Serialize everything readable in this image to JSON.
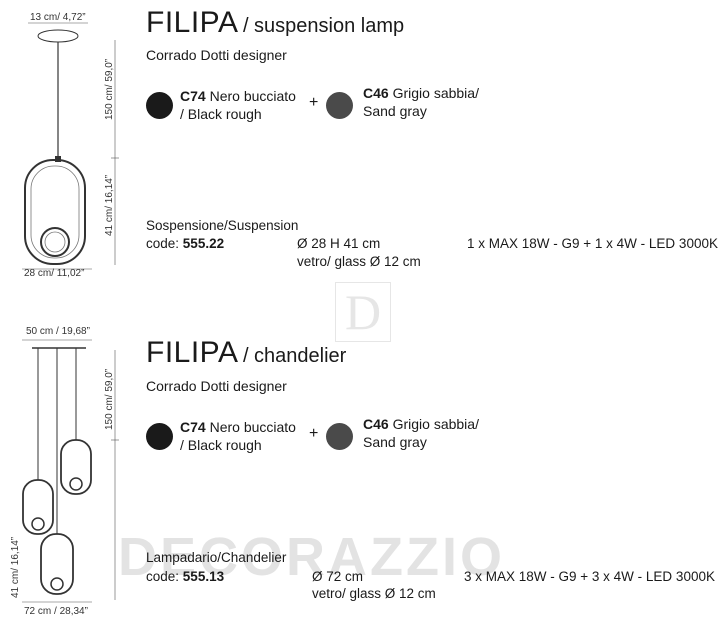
{
  "lamp1": {
    "top_dim": "13 cm/ 4,72”",
    "height_dim": "150 cm/ 59,0”",
    "body_dim": "41 cm/ 16,14”",
    "bottom_dim": "28 cm/ 11,02”",
    "title": "FILIPA",
    "subtitle": "/ suspension lamp",
    "designer": "Corrado Dotti designer",
    "finish1_code": "C74",
    "finish1_name": "Nero bucciato",
    "finish1_en": "/ Black rough",
    "finish1_color": "#1a1a1a",
    "plus": "+",
    "finish2_code": "C46",
    "finish2_name": "Grigio sabbia/",
    "finish2_en": "Sand gray",
    "finish2_color": "#4a4a4a",
    "type": "Sospensione/Suspension",
    "code_label": "code:",
    "code": "555.22",
    "dimensions": "Ø 28 H 41 cm",
    "glass": "vetro/ glass Ø 12 cm",
    "light": "1 x MAX 18W - G9 + 1 x 4W - LED 3000K"
  },
  "lamp2": {
    "top_dim": "50 cm / 19,68”",
    "height_dim": "150 cm/ 59,0”",
    "body_dim": "41 cm/ 16,14”",
    "bottom_dim": "72 cm / 28,34”",
    "title": "FILIPA",
    "subtitle": "/ chandelier",
    "designer": "Corrado Dotti designer",
    "finish1_code": "C74",
    "finish1_name": "Nero bucciato",
    "finish1_en": "/ Black rough",
    "finish1_color": "#1a1a1a",
    "plus": "+",
    "finish2_code": "C46",
    "finish2_name": "Grigio sabbia/",
    "finish2_en": "Sand gray",
    "finish2_color": "#4a4a4a",
    "type": "Lampadario/Chandelier",
    "code_label": "code:",
    "code": "555.13",
    "dimensions": "Ø 72 cm",
    "glass": "vetro/ glass Ø 12 cm",
    "light": "3 x MAX 18W - G9 + 3 x 4W - LED 3000K"
  },
  "watermark": {
    "logo_letter": "D",
    "text": "DECORAZZIO"
  }
}
